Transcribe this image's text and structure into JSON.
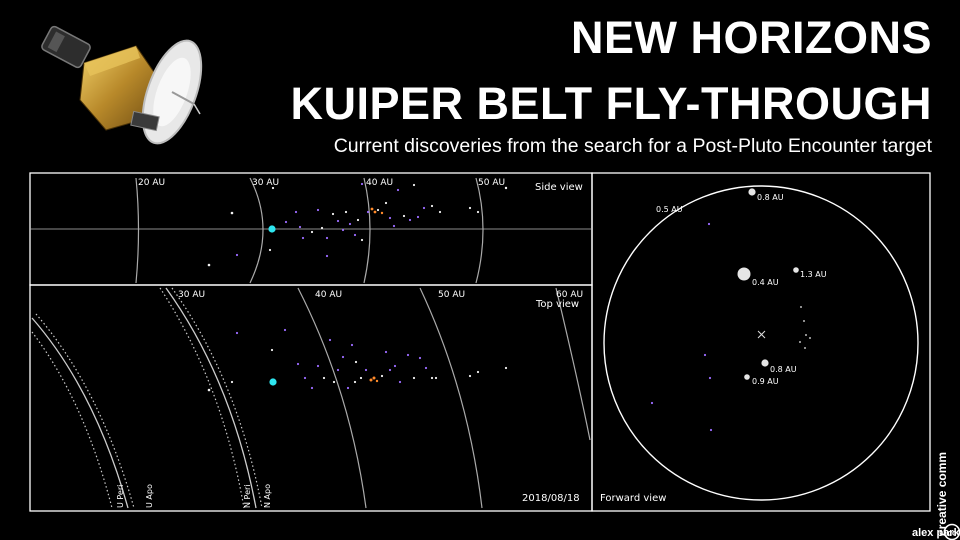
{
  "header": {
    "title_line1": "NEW HORIZONS",
    "title_line2": "KUIPER BELT FLY-THROUGH",
    "subtitle": "Current discoveries from the search for a Post-Pluto Encounter target"
  },
  "side_view": {
    "label": "Side view",
    "au_labels": [
      {
        "text": "20 AU",
        "au": 20
      },
      {
        "text": "30 AU",
        "au": 30
      },
      {
        "text": "40 AU",
        "au": 40
      },
      {
        "text": "50 AU",
        "au": 50
      }
    ]
  },
  "top_view": {
    "label": "Top view",
    "date": "2018/08/18",
    "au_labels": [
      {
        "text": "30 AU",
        "au": 30
      },
      {
        "text": "40 AU",
        "au": 40
      },
      {
        "text": "50 AU",
        "au": 50
      },
      {
        "text": "60 AU",
        "au": 60
      }
    ],
    "orbit_labels": [
      "U Apo",
      "U Peri",
      "N Apo",
      "N Peri"
    ]
  },
  "forward_view": {
    "label": "Forward view",
    "targets": [
      {
        "label": "0.8 AU"
      },
      {
        "label": "0.5 AU"
      },
      {
        "label": "1.3 AU"
      },
      {
        "label": "0.4 AU"
      },
      {
        "label": "0.8 AU"
      },
      {
        "label": "0.9 AU"
      }
    ]
  },
  "credit": {
    "author": "alex parker",
    "license": "creative commons",
    "badge": "cc"
  },
  "colors": {
    "background": "#000000",
    "text": "#ffffff",
    "frame": "#ffffff",
    "new_horizons": "#2ee6f0",
    "kbo_purple": "#9b6bff",
    "kbo_white": "#f2f2f2",
    "target": "#ff8a2a"
  },
  "icons": [
    "new-horizons-spacecraft-icon",
    "creative-commons-icon",
    "crosshair-icon"
  ]
}
